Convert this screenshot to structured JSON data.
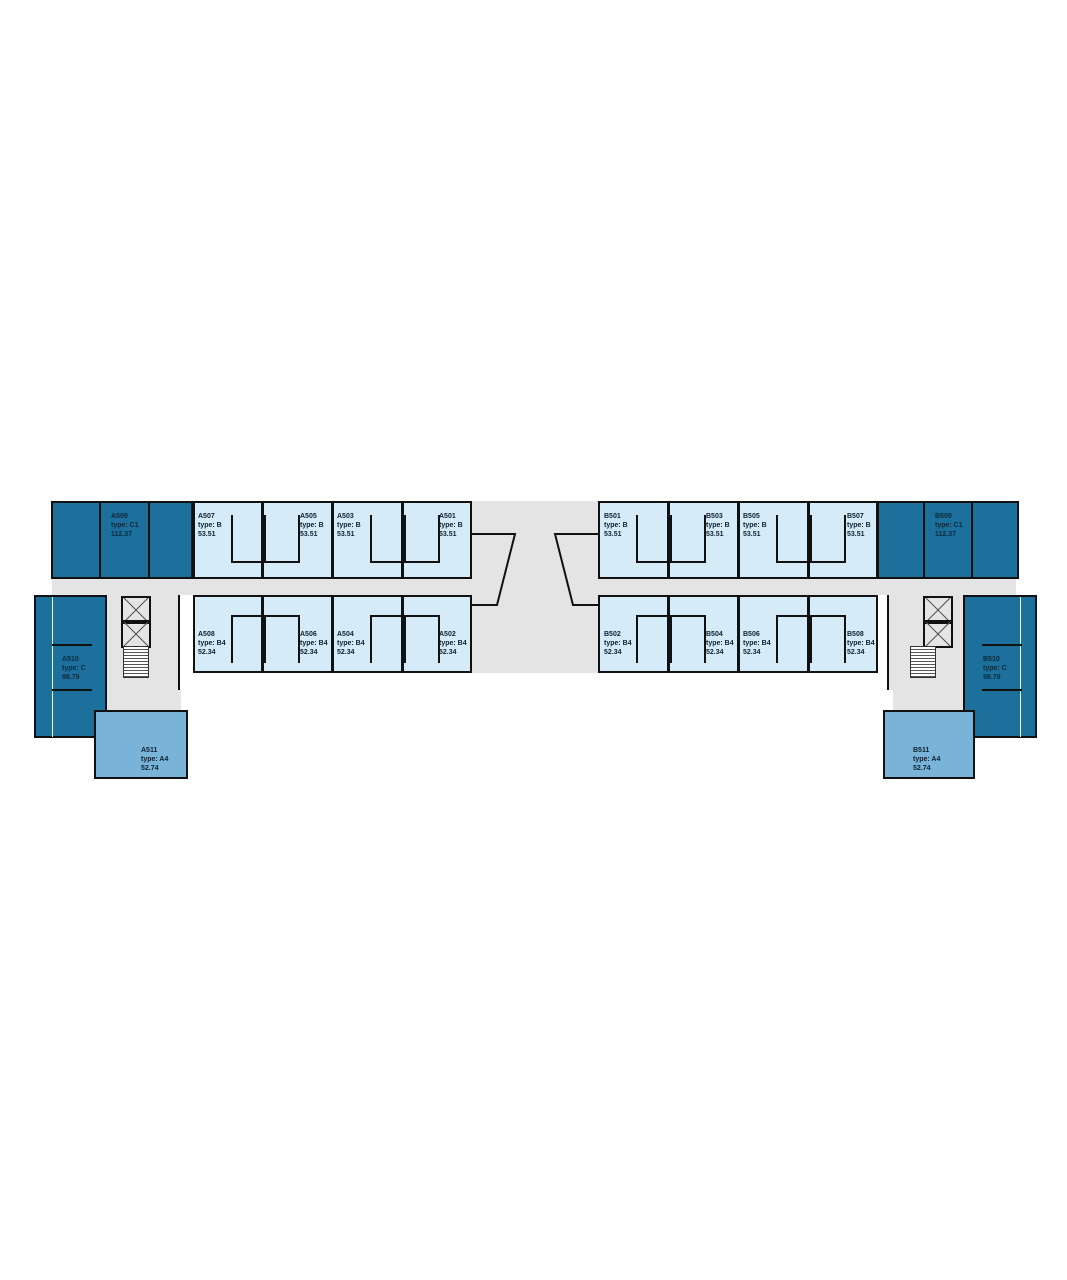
{
  "units": {
    "A501": {
      "id": "A501",
      "type": "type: B",
      "area": "53.51"
    },
    "A503": {
      "id": "A503",
      "type": "type: B",
      "area": "53.51"
    },
    "A505": {
      "id": "A505",
      "type": "type: B",
      "area": "53.51"
    },
    "A507": {
      "id": "A507",
      "type": "type: B",
      "area": "53.51"
    },
    "A502": {
      "id": "A502",
      "type": "type: B4",
      "area": "52.34"
    },
    "A504": {
      "id": "A504",
      "type": "type: B4",
      "area": "52.34"
    },
    "A506": {
      "id": "A506",
      "type": "type: B4",
      "area": "52.34"
    },
    "A508": {
      "id": "A508",
      "type": "type: B4",
      "area": "52.34"
    },
    "A509": {
      "id": "A509",
      "type": "type: C1",
      "area": "112.37"
    },
    "A510": {
      "id": "A510",
      "type": "type: C",
      "area": "98.79"
    },
    "A511": {
      "id": "A511",
      "type": "type: A4",
      "area": "52.74"
    },
    "B501": {
      "id": "B501",
      "type": "type: B",
      "area": "53.51"
    },
    "B503": {
      "id": "B503",
      "type": "type: B",
      "area": "53.51"
    },
    "B505": {
      "id": "B505",
      "type": "type: B",
      "area": "53.51"
    },
    "B507": {
      "id": "B507",
      "type": "type: B",
      "area": "53.51"
    },
    "B502": {
      "id": "B502",
      "type": "type: B4",
      "area": "52.34"
    },
    "B504": {
      "id": "B504",
      "type": "type: B4",
      "area": "52.34"
    },
    "B506": {
      "id": "B506",
      "type": "type: B4",
      "area": "52.34"
    },
    "B508": {
      "id": "B508",
      "type": "type: B4",
      "area": "52.34"
    },
    "B509": {
      "id": "B509",
      "type": "type: C1",
      "area": "112.37"
    },
    "B510": {
      "id": "B510",
      "type": "type: C",
      "area": "98.79"
    },
    "B511": {
      "id": "B511",
      "type": "type: A4",
      "area": "52.74"
    }
  },
  "colors": {
    "type_C": "#1d6f9c",
    "type_B": "#d5ebf8",
    "type_A4": "#7ab3d8",
    "common": "#e4e4e4"
  }
}
